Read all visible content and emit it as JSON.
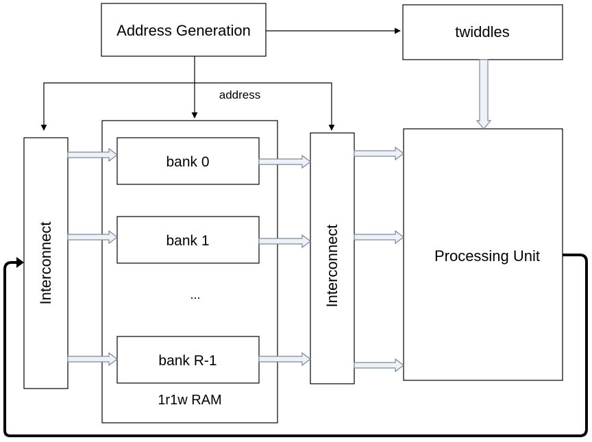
{
  "blocks": {
    "address_generation": "Address Generation",
    "twiddles": "twiddles",
    "left_interconnect": "Interconnect",
    "right_interconnect": "Interconnect",
    "processing_unit": "Processing Unit",
    "ram_label": "1r1w RAM",
    "bank0": "bank 0",
    "bank1": "bank 1",
    "ellipsis": "...",
    "bank_last": "bank R-1"
  },
  "labels": {
    "address": "address"
  }
}
